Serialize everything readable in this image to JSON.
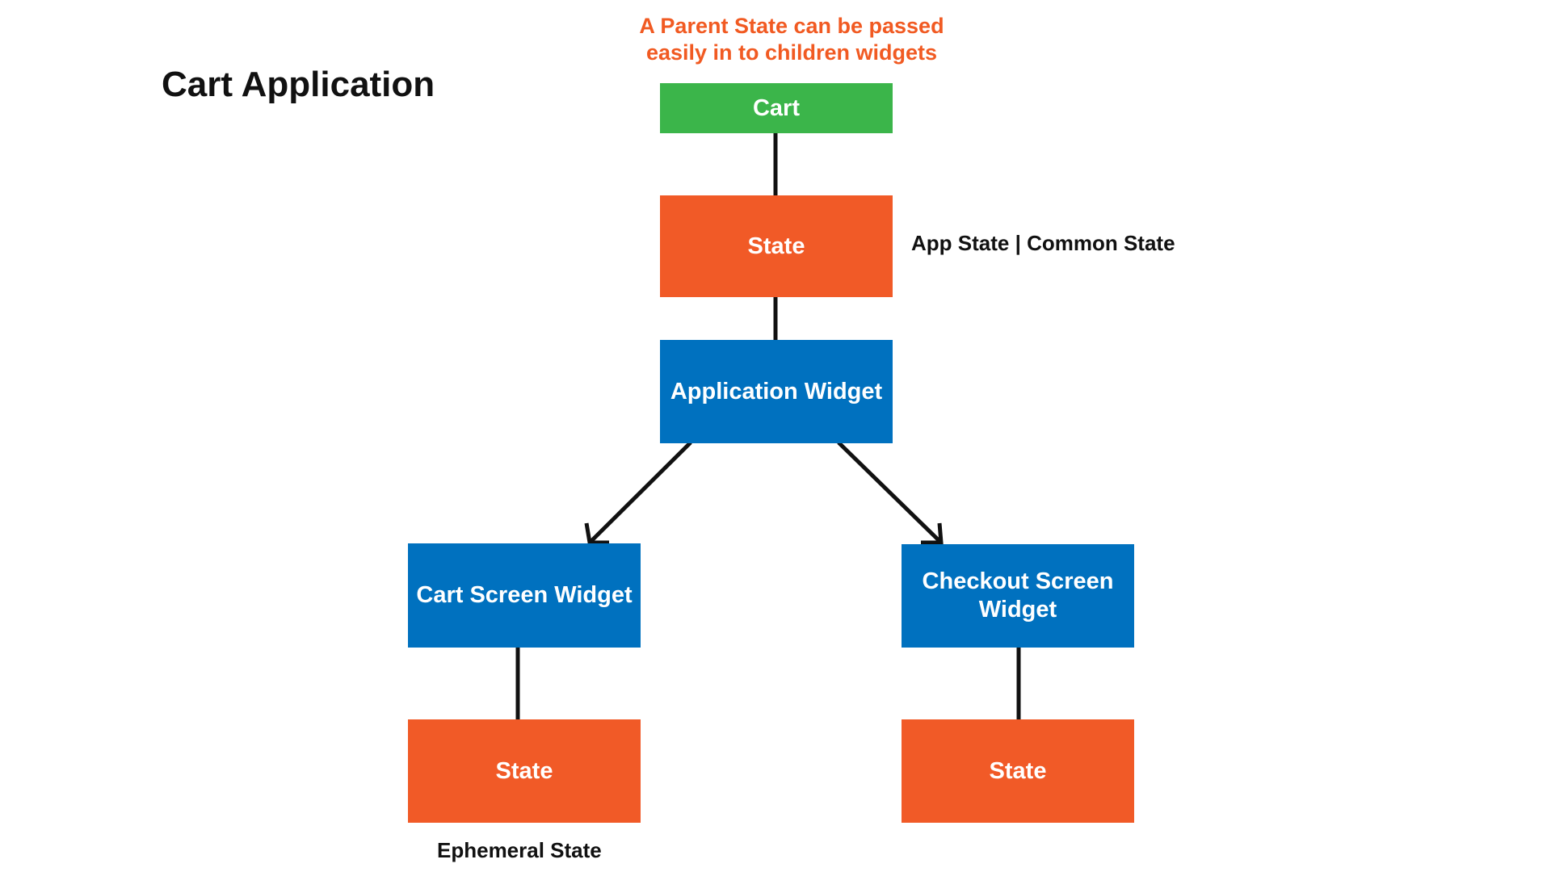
{
  "title": "Cart Application",
  "note": "A Parent State can be passed easily in to children widgets",
  "nodes": {
    "cart": "Cart",
    "app_state": "State",
    "application_widget": "Application Widget",
    "cart_screen_widget": "Cart Screen Widget",
    "checkout_screen_widget": "Checkout Screen Widget",
    "cart_screen_state": "State",
    "checkout_screen_state": "State"
  },
  "labels": {
    "app_state": "App State | Common State",
    "ephemeral_state": "Ephemeral State"
  },
  "colors": {
    "root": "#3bb54a",
    "state": "#f15a27",
    "widget": "#0071bf",
    "note": "#f15a22"
  }
}
